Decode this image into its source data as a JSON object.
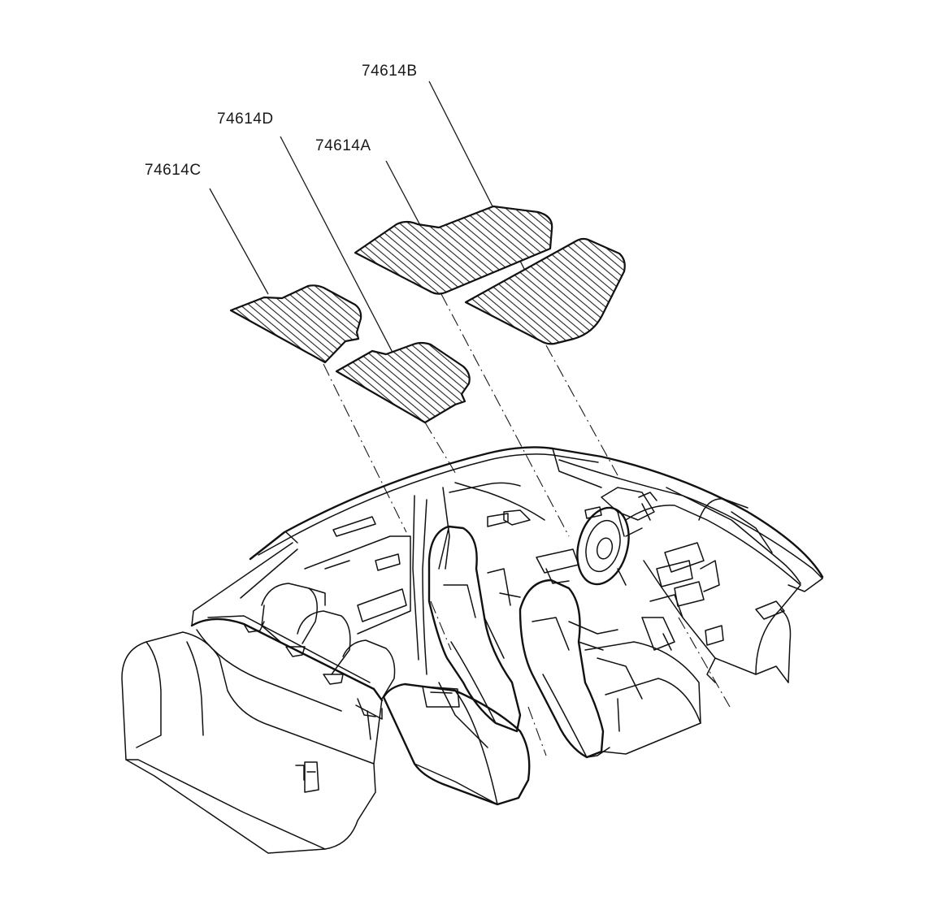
{
  "diagram": {
    "parts": [
      {
        "id": "mat-front-left",
        "label": "74614A"
      },
      {
        "id": "mat-front-right",
        "label": "74614B"
      },
      {
        "id": "mat-rear-left",
        "label": "74614C"
      },
      {
        "id": "mat-rear-right",
        "label": "74614D"
      }
    ]
  }
}
